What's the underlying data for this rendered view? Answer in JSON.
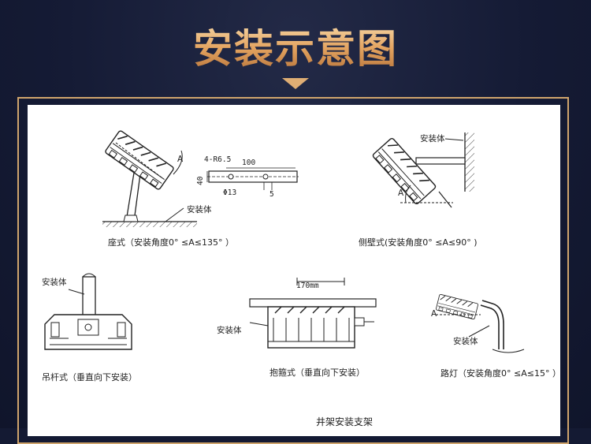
{
  "title": "安装示意图",
  "colors": {
    "background": "#141a33",
    "gold": "#cfa46c",
    "panel": "#ffffff"
  },
  "diagrams": [
    {
      "caption": "座式（安装角度0° ≤A≤135° ）",
      "labels": {
        "angle": "A",
        "body": "安装体"
      },
      "dimensions": {
        "holes": "4-R6.5",
        "length": "100",
        "height": "40",
        "diameter": "Φ13",
        "offset": "5"
      }
    },
    {
      "caption": "侧壁式(安装角度0° ≤A≤90° )",
      "labels": {
        "body": "安装体",
        "angle": "A"
      }
    },
    {
      "caption": "吊杆式（垂直向下安装）",
      "labels": {
        "body": "安装体"
      }
    },
    {
      "caption": "抱箍式（垂直向下安装）",
      "labels": {
        "width": "170mm",
        "body": "安装体"
      }
    },
    {
      "caption": "路灯（安装角度0° ≤A≤15° ）",
      "labels": {
        "angle": "A",
        "body": "安装体"
      }
    }
  ],
  "bottom_caption": "井架安装支架"
}
